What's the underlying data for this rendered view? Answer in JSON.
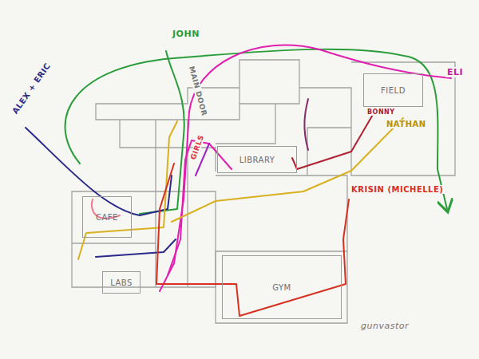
{
  "diagram": {
    "nodes": [
      {
        "text": [
          "FIELD"
        ]
      },
      {
        "text": [
          "LIBRARY"
        ]
      },
      {
        "text": [
          "CAFE"
        ]
      },
      {
        "text": [
          "LABS"
        ]
      },
      {
        "text": [
          "GYM"
        ]
      }
    ],
    "labels": [
      "JOHN",
      "MAIN DOOR",
      "ALEX + ERIC",
      "ELI",
      "BONNY",
      "NATHAN",
      "GIRLS",
      "KRISIN (MICHELLE)",
      "gunvastor"
    ]
  }
}
